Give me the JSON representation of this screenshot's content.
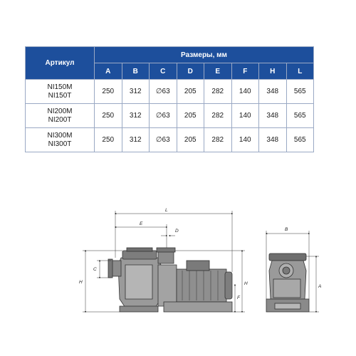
{
  "table": {
    "article_header": "Артикул",
    "group_header": "Размеры, мм",
    "columns": [
      "A",
      "B",
      "C",
      "D",
      "E",
      "F",
      "H",
      "L"
    ],
    "rows": [
      {
        "article": [
          "NI150M",
          "NI150T"
        ],
        "values": [
          "250",
          "312",
          "∅63",
          "205",
          "282",
          "140",
          "348",
          "565"
        ]
      },
      {
        "article": [
          "NI200M",
          "NI200T"
        ],
        "values": [
          "250",
          "312",
          "∅63",
          "205",
          "282",
          "140",
          "348",
          "565"
        ]
      },
      {
        "article": [
          "NI300M",
          "NI300T"
        ],
        "values": [
          "250",
          "312",
          "∅63",
          "205",
          "282",
          "140",
          "348",
          "565"
        ]
      }
    ]
  },
  "drawing": {
    "side_view_labels": {
      "L": "L",
      "E": "E",
      "D": "D",
      "C": "C",
      "H": "H",
      "F": "F"
    },
    "front_view_labels": {
      "B": "B",
      "A": "A"
    }
  }
}
